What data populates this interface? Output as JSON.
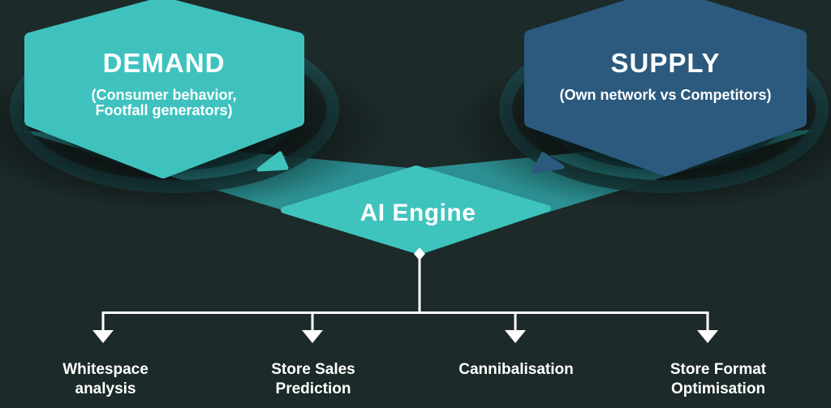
{
  "diagram": {
    "background_color": "#1c2a29",
    "ribbon_color": "#2c8f91",
    "shadow_ring_color": "#1d4648",
    "connector_color": "#ffffff",
    "demand_hexagon": {
      "title": "DEMAND",
      "subtitle_line1": "(Consumer behavior,",
      "subtitle_line2": "Footfall generators)",
      "fill": "#3fc2be"
    },
    "supply_hexagon": {
      "title": "SUPPLY",
      "subtitle": "(Own network vs Competitors)",
      "fill": "#2b5a7e"
    },
    "ai_engine": {
      "label": "AI Engine",
      "fill": "#3ec3bd"
    },
    "outputs": [
      {
        "label_line1": "Whitespace",
        "label_line2": "analysis"
      },
      {
        "label_line1": "Store Sales",
        "label_line2": "Prediction"
      },
      {
        "label_line1": "Cannibalisation",
        "label_line2": ""
      },
      {
        "label_line1": "Store Format",
        "label_line2": "Optimisation"
      }
    ]
  }
}
